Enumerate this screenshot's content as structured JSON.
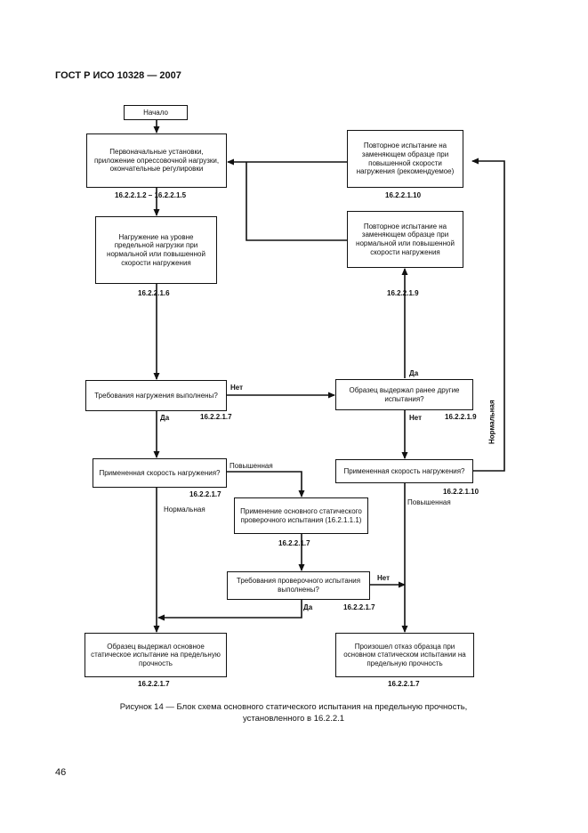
{
  "header": {
    "doc_title": "ГОСТ Р ИСО 10328 — 2007"
  },
  "boxes": {
    "start": "Начало",
    "initial_setup": "Первоначальные установки, приложение опрессовочной нагрузки, окончательные регулировки",
    "load_limit": "Нагружение на уровне предельной нагрузки при нормальной или повышенной скорости нагружения",
    "load_reqs": "Требования нагружения выполнены?",
    "rate_left": "Примененная скорость нагружения?",
    "main_static": "Применение основного статического проверочного испытания (16.2.1.1.1)",
    "proof_reqs": "Требования проверочного испытания выполнены?",
    "passed": "Образец выдержал основное статическое испытание на предельную прочность",
    "repeat_high": "Повторное испытание на заменяющем образце при повышенной скорости нагружения (рекомендуемое)",
    "repeat_normal": "Повторное испытание на заменяющем образце при нормальной или повышенной скорости нагружения",
    "failed_earlier": "Образец выдержал ранее другие испытания?",
    "rate_right": "Примененная скорость нагружения?",
    "failed": "Произошел отказ образца при основном статическом испытании на предельную прочность"
  },
  "refs": {
    "r1": "16.2.2.1.2 – 16.2.2.1.5",
    "r2": "16.2.2.1.6",
    "r3": "16.2.2.1.7",
    "r4": "16.2.2.1.7",
    "r5": "16.2.2.1.7",
    "r6": "16.2.2.1.7",
    "r7": "16.2.2.1.7",
    "r8": "16.2.2.1.10",
    "r9": "16.2.2.1.9",
    "r10": "16.2.2.1.9",
    "r11": "16.2.2.1.10",
    "r12": "16.2.2.1.7"
  },
  "edge_labels": {
    "no_1": "Нет",
    "yes_1": "Да",
    "raised_1": "Повышенная",
    "normal_1": "Нормальная",
    "no_2": "Нет",
    "yes_2": "Да",
    "yes_3": "Да",
    "no_3": "Нет",
    "raised_2": "Повышенная",
    "normal_2": "Нормальная"
  },
  "caption": {
    "line1": "Рисунок 14 — Блок схема основного статического испытания на предельную прочность,",
    "line2": "установленного в 16.2.2.1"
  },
  "page_number": "46"
}
